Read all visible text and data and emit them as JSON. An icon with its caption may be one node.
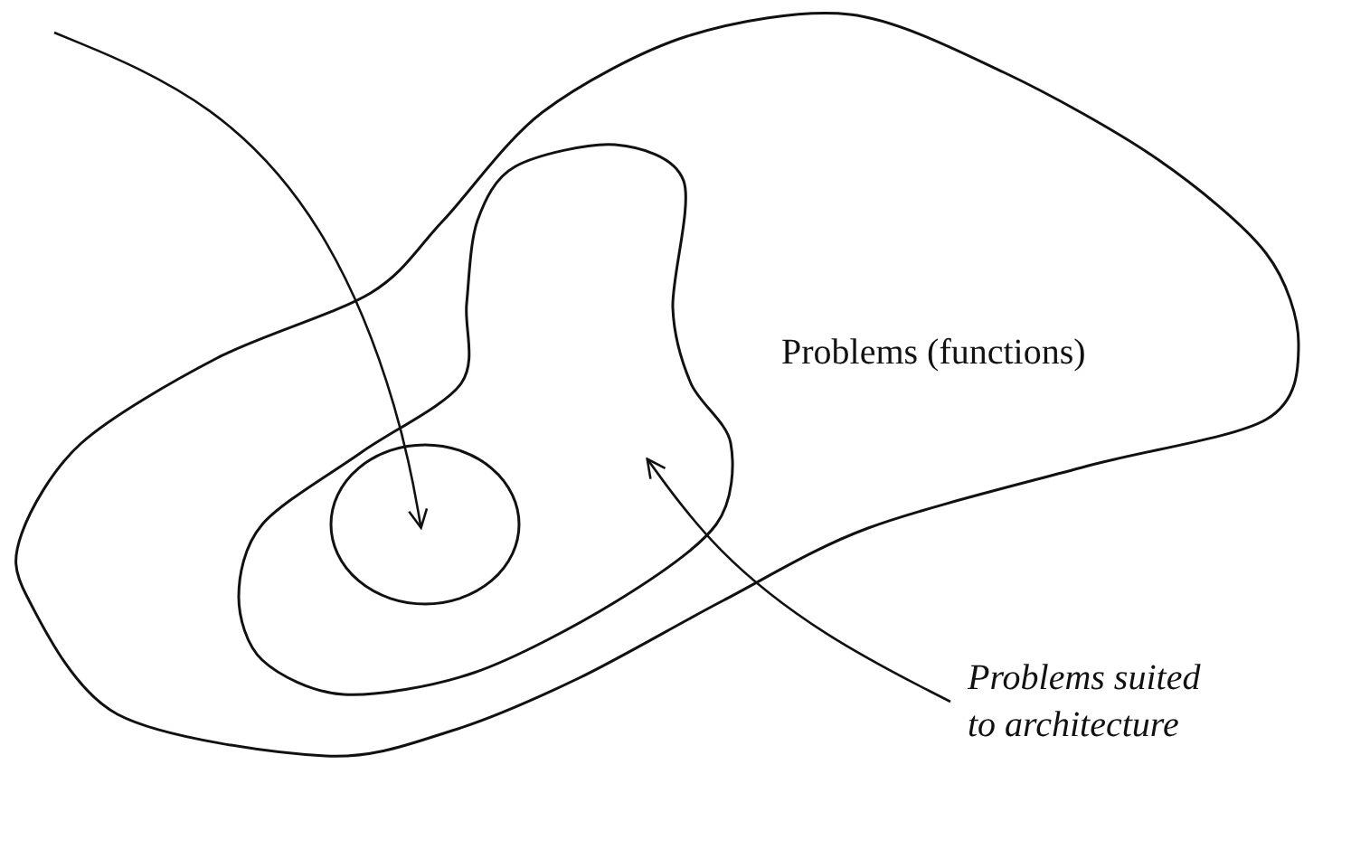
{
  "diagram": {
    "nodes": [
      {
        "text": [
          "Problems (functions)"
        ]
      },
      {
        "text": [],
        "shape": "blob",
        "in": 0
      },
      {
        "text": [],
        "shape": "circle",
        "in": 1
      },
      {
        "text": [
          "Problems suited to architecture"
        ]
      }
    ],
    "edges": [
      {
        "from": null,
        "to": 2,
        "arrow": "to"
      },
      {
        "from": 3,
        "to": 1,
        "arrow": "to"
      }
    ]
  }
}
